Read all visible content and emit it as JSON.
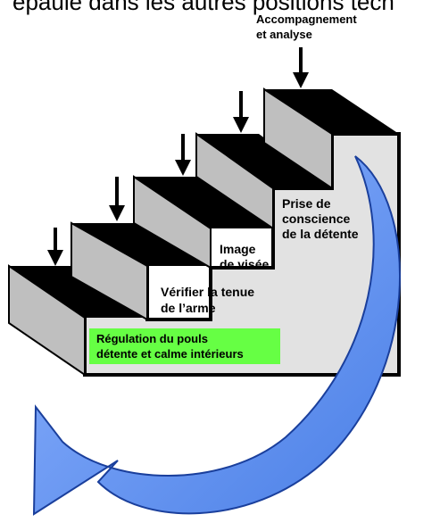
{
  "header_fragment": "épaule dans les autres positions tech",
  "steps": [
    {
      "line1": "Régulation du pouls",
      "line2": "détente et calme intérieurs",
      "highlight": "#66ff44"
    },
    {
      "line1": "Vérifier la tenue",
      "line2": "de l’arme"
    },
    {
      "line1": "Image",
      "line2": "de visée"
    },
    {
      "line1": "Prise de",
      "line2": "conscience",
      "line3": "de la détente"
    },
    {
      "line1": "Accompagnement",
      "line2": "et analyse"
    }
  ],
  "colors": {
    "arrow_fill": "#5b8ff0",
    "arrow_edge": "#1a3f9c",
    "tread": "#000000",
    "riser": "#bfbfbf",
    "wall": "#e2e2e2"
  },
  "icons": [
    "down-arrow-icon",
    "down-arrow-icon",
    "down-arrow-icon",
    "down-arrow-icon",
    "down-arrow-icon"
  ]
}
